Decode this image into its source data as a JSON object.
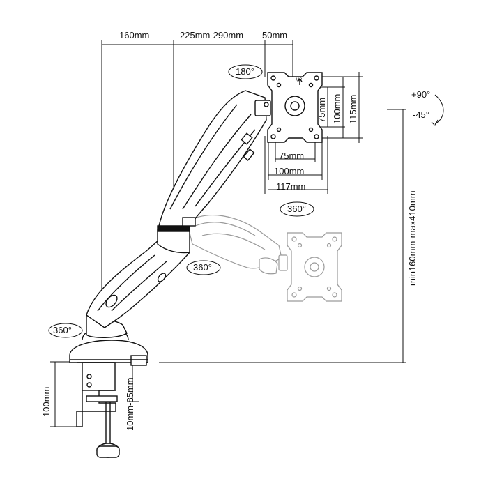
{
  "dimensions": {
    "arm_inner": "160mm",
    "arm_extension": "225mm-290mm",
    "head_offset": "50mm",
    "vesa_h1": "75mm",
    "vesa_h2": "100mm",
    "vesa_h3": "117mm",
    "vesa_v1": "75mm",
    "vesa_v2": "100mm",
    "vesa_v3": "115mm",
    "height_range": "min160mm-max410mm",
    "clamp_height": "100mm",
    "desk_thickness": "10mm-85mm"
  },
  "rotations": {
    "head_rotate": "180°",
    "tilt_up": "+90°",
    "tilt_down": "-45°",
    "swivel_upper": "360°",
    "swivel_mid": "360°",
    "swivel_base": "360°"
  },
  "plate_marks": {
    "up": "UP"
  },
  "colors": {
    "line": "#111111",
    "ghost": "#9a9a9a",
    "fill": "#ffffff"
  }
}
